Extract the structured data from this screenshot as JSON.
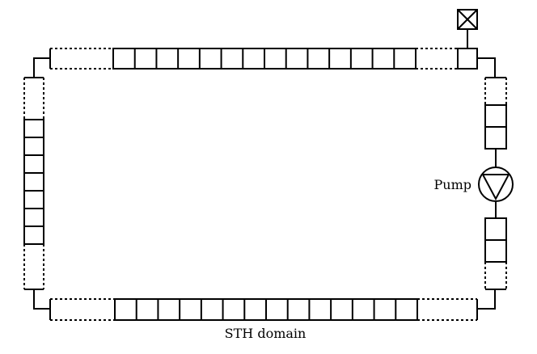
{
  "labels": {
    "pump": "Pump",
    "domain": "STH domain"
  },
  "icons": {
    "valve": "valve-box-x-icon",
    "pump": "pump-triangle-icon"
  },
  "pipes": {
    "top": {
      "cell_count": 14,
      "solid_ends": [
        "right"
      ]
    },
    "bottom": {
      "cell_count": 14
    },
    "left": {
      "cell_count": 7
    },
    "right_upper": {
      "cell_count": 2
    },
    "right_lower": {
      "cell_count": 2
    }
  }
}
